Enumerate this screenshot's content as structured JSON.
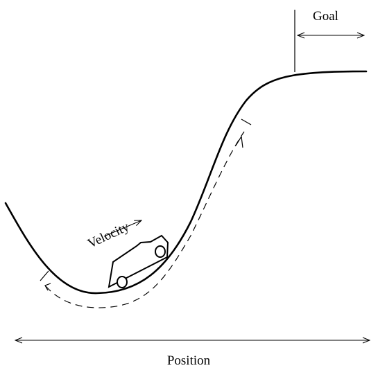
{
  "labels": {
    "goal": "Goal",
    "velocity": "Velocity",
    "position": "Position"
  },
  "colors": {
    "ink": "#000000",
    "background": "#ffffff"
  }
}
